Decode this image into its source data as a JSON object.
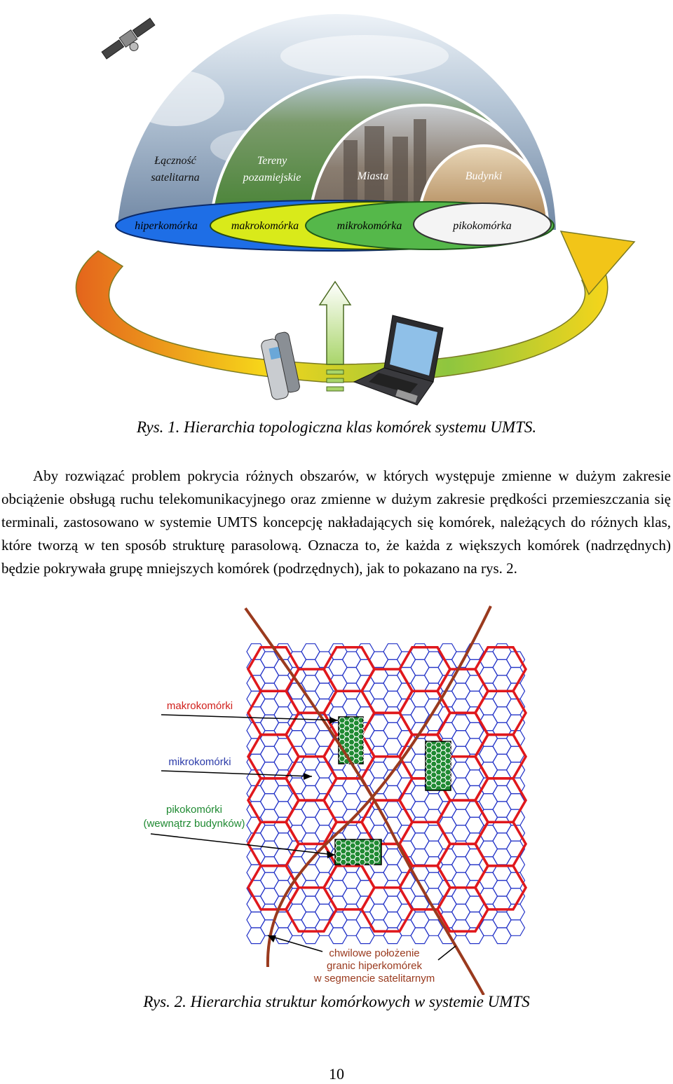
{
  "figure1": {
    "zones": [
      "Łączność satelitarna",
      "Tereny pozamiejskie",
      "Miasta",
      "Budynki"
    ],
    "zone_lines": {
      "satellite": [
        "Łączność",
        "satelitarna"
      ],
      "suburban": [
        "Tereny",
        "pozamiejskie"
      ],
      "city": "Miasta",
      "buildings": "Budynki"
    },
    "cells": {
      "hyper": "hiperkomórka",
      "macro": "makrokomórka",
      "micro": "mikrokomórka",
      "pico": "pikokomórka"
    },
    "caption": "Rys. 1. Hierarchia topologiczna klas komórek systemu UMTS."
  },
  "paragraph": "Aby rozwiązać problem pokrycia różnych obszarów, w których występuje zmienne w dużym zakresie obciążenie obsługą ruchu telekomunikacyjnego oraz zmienne w dużym zakresie prędkości przemieszczania się terminali, zastosowano w systemie UMTS koncepcję nakładających się komórek, należących do różnych klas, które tworzą w ten sposób strukturę parasolową. Oznacza to, że każda z większych komórek (nadrzędnych) będzie pokrywała grupę mniejszych komórek (podrzędnych), jak to pokazano na rys. 2.",
  "figure2": {
    "labels": {
      "macro": "makrokomórki",
      "micro": "mikrokomórki",
      "pico_line1": "pikokomórki",
      "pico_line2": "(wewnątrz budynków)",
      "boundary_line1": "chwilowe położenie",
      "boundary_line2": "granic hiperkomórek",
      "boundary_line3": "w segmencie satelitarnym"
    },
    "caption": "Rys. 2. Hierarchia struktur komórkowych w systemie UMTS"
  },
  "page_number": "10",
  "colors": {
    "macro_hex": "#e0181c",
    "micro_hex": "#2434c8",
    "pico_fill": "#1f8a32",
    "boundary": "#9a3a1e",
    "label_red": "#d0201c",
    "label_blue": "#2a3aa8"
  }
}
